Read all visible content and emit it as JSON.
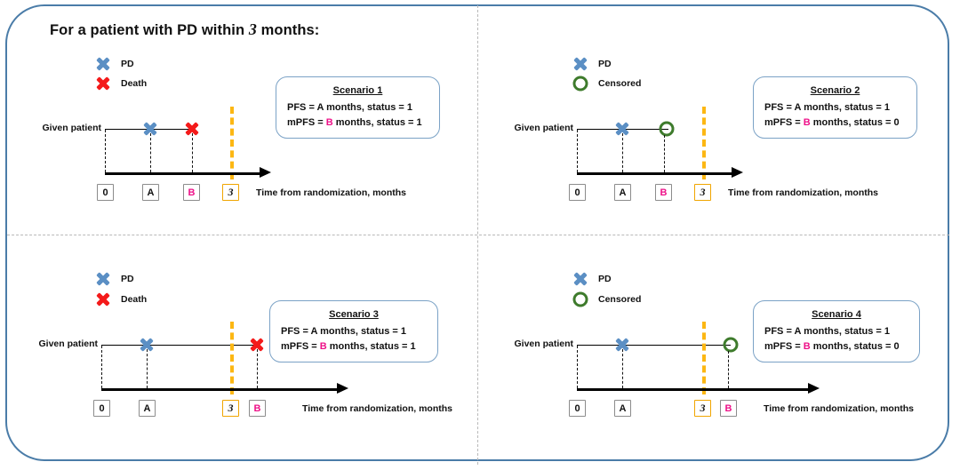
{
  "figure": {
    "title_prefix": "For a patient with PD within ",
    "title_number": "3",
    "title_suffix": " months:",
    "axis_caption": "Time from randomization, months",
    "given_patient_label": "Given patient",
    "colors": {
      "frame": "#4a7ca8",
      "pd_marker": "#5b8fc4",
      "death_marker": "#f41a1a",
      "censored_marker": "#3e7b2c",
      "three_month_line": "#fcb713",
      "b_text": "#ee1289",
      "scenario_border": "#7ba2c6"
    }
  },
  "panels": [
    {
      "id": "panel-1",
      "legend": [
        {
          "marker": "x-blue-icon",
          "label": "PD"
        },
        {
          "marker": "x-red-icon",
          "label": "Death"
        }
      ],
      "ticks": [
        {
          "label": "0",
          "style": "plain"
        },
        {
          "label": "A",
          "style": "plain"
        },
        {
          "label": "B",
          "style": "pink"
        },
        {
          "label": "3",
          "style": "gold"
        }
      ],
      "endpoint_marker": "x-red-icon",
      "scenario": {
        "title": "Scenario 1",
        "pfs_line": "PFS = A months, status = 1",
        "mpfs_prefix": "mPFS = ",
        "mpfs_value": "B",
        "mpfs_suffix": " months, status = 1"
      }
    },
    {
      "id": "panel-2",
      "legend": [
        {
          "marker": "x-blue-icon",
          "label": "PD"
        },
        {
          "marker": "circle-green-icon",
          "label": "Censored"
        }
      ],
      "ticks": [
        {
          "label": "0",
          "style": "plain"
        },
        {
          "label": "A",
          "style": "plain"
        },
        {
          "label": "B",
          "style": "pink"
        },
        {
          "label": "3",
          "style": "gold"
        }
      ],
      "endpoint_marker": "circle-green-icon",
      "scenario": {
        "title": "Scenario 2",
        "pfs_line": "PFS = A months, status = 1",
        "mpfs_prefix": "mPFS = ",
        "mpfs_value": "B",
        "mpfs_suffix": " months, status = 0"
      }
    },
    {
      "id": "panel-3",
      "legend": [
        {
          "marker": "x-blue-icon",
          "label": "PD"
        },
        {
          "marker": "x-red-icon",
          "label": "Death"
        }
      ],
      "ticks": [
        {
          "label": "0",
          "style": "plain"
        },
        {
          "label": "A",
          "style": "plain"
        },
        {
          "label": "3",
          "style": "gold"
        },
        {
          "label": "B",
          "style": "pink"
        }
      ],
      "endpoint_marker": "x-red-icon",
      "scenario": {
        "title": "Scenario 3",
        "pfs_line": "PFS = A months, status = 1",
        "mpfs_prefix": "mPFS = ",
        "mpfs_value": "B",
        "mpfs_suffix": " months, status = 1"
      }
    },
    {
      "id": "panel-4",
      "legend": [
        {
          "marker": "x-blue-icon",
          "label": "PD"
        },
        {
          "marker": "circle-green-icon",
          "label": "Censored"
        }
      ],
      "ticks": [
        {
          "label": "0",
          "style": "plain"
        },
        {
          "label": "A",
          "style": "plain"
        },
        {
          "label": "3",
          "style": "gold"
        },
        {
          "label": "B",
          "style": "pink"
        }
      ],
      "endpoint_marker": "circle-green-icon",
      "scenario": {
        "title": "Scenario 4",
        "pfs_line": "PFS = A months, status = 1",
        "mpfs_prefix": "mPFS = ",
        "mpfs_value": "B",
        "mpfs_suffix": " months, status = 0"
      }
    }
  ]
}
